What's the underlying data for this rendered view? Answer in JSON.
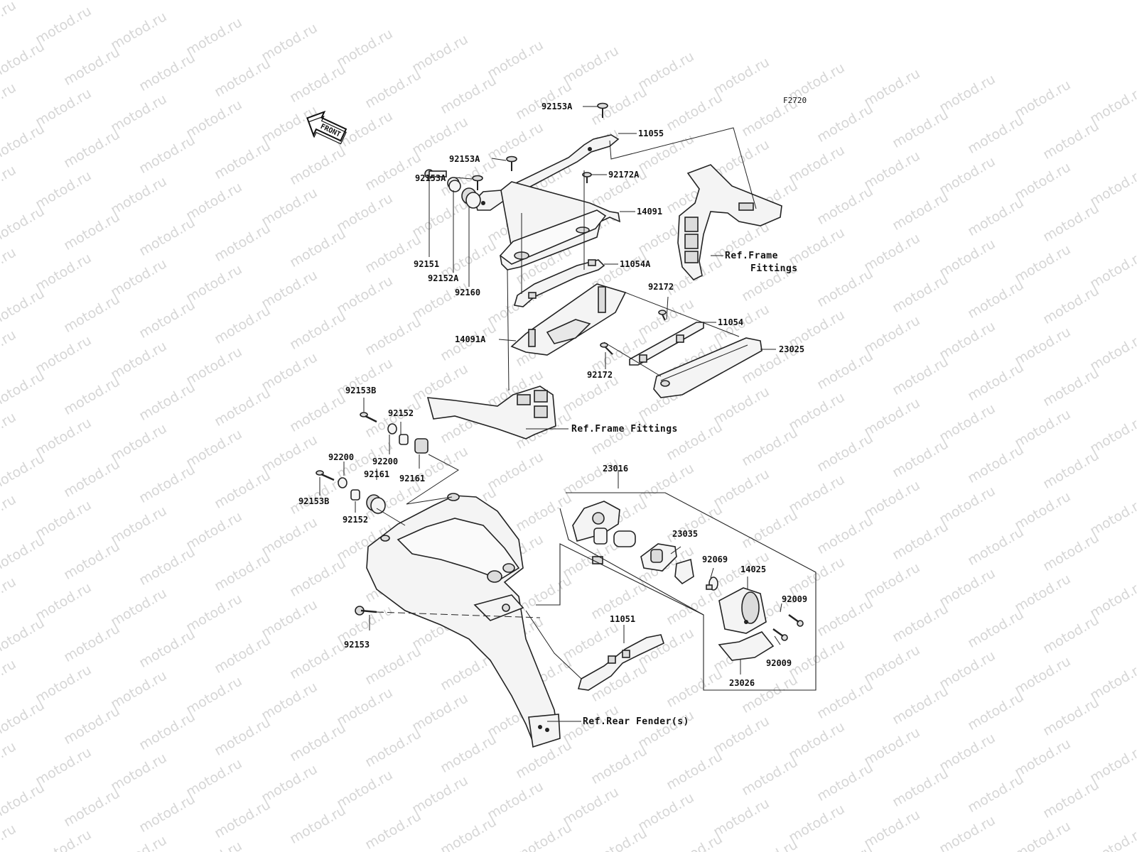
{
  "watermark": {
    "text": "motod.ru",
    "color": "#d6d6d6"
  },
  "figure_code": "F2720",
  "front_arrow": {
    "text": "FRONT"
  },
  "labels": {
    "p92153A_top": "92153A",
    "p11055": "11055",
    "p92153A_mid": "92153A",
    "p92153A_low": "92153A",
    "p92172A": "92172A",
    "p14091": "14091",
    "p92151": "92151",
    "p92152A": "92152A",
    "p92160": "92160",
    "p11054A": "11054A",
    "p92172_a": "92172",
    "p11054": "11054",
    "p14091A": "14091A",
    "p23025": "23025",
    "p92172_b": "92172",
    "p92153B_top": "92153B",
    "p92152_top": "92152",
    "p92200_right": "92200",
    "p92200_left": "92200",
    "p92161_left": "92161",
    "p92161_right": "92161",
    "p92153B_low": "92153B",
    "p92152_low": "92152",
    "p23016": "23016",
    "p23035": "23035",
    "p92069": "92069",
    "p14025": "14025",
    "p92009_a": "92009",
    "p92009_b": "92009",
    "p11051": "11051",
    "p92153": "92153",
    "p23026": "23026"
  },
  "refs": {
    "frame_top_1": "Ref.Frame",
    "frame_top_2": "Fittings",
    "frame_mid": "Ref.Frame Fittings",
    "rear_fender": "Ref.Rear Fender(s)"
  }
}
